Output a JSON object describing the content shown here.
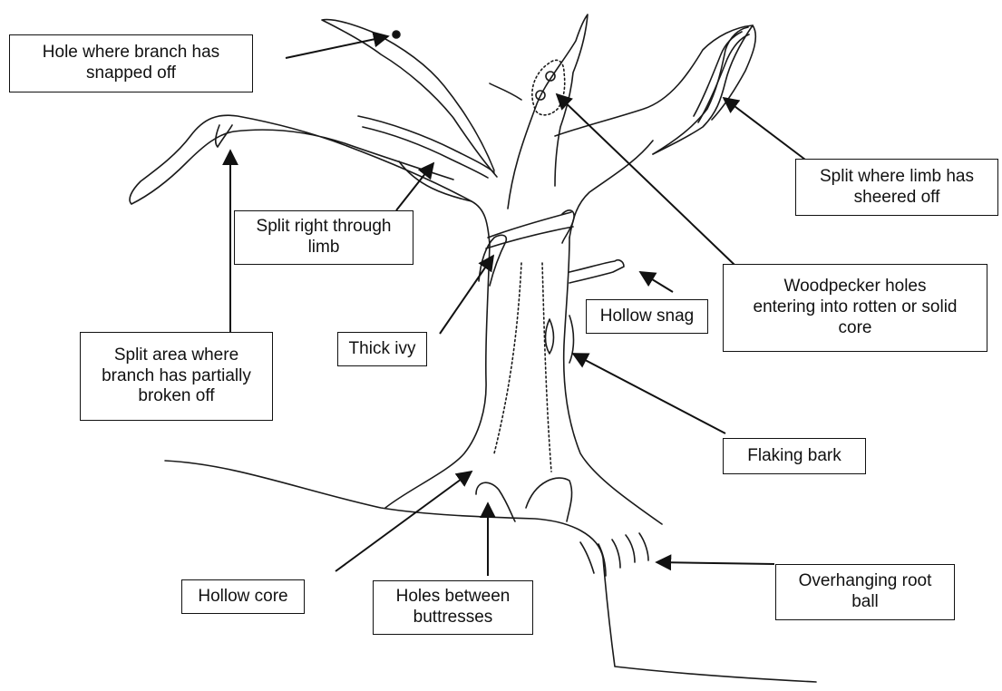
{
  "labels": {
    "hole_snapped": "Hole where branch has\nsnapped off",
    "split_sheered": "Split where limb has\nsheered off",
    "split_right_through": "Split right through\nlimb",
    "woodpecker_holes": "Woodpecker holes\nentering into rotten or solid\ncore",
    "hollow_snag": "Hollow snag",
    "thick_ivy": "Thick ivy",
    "split_area_partial": "Split area where\nbranch has partially\nbroken off",
    "flaking_bark": "Flaking bark",
    "hollow_core": "Hollow core",
    "holes_buttresses": "Holes between\nbuttresses",
    "overhanging_root": "Overhanging root\nball"
  }
}
